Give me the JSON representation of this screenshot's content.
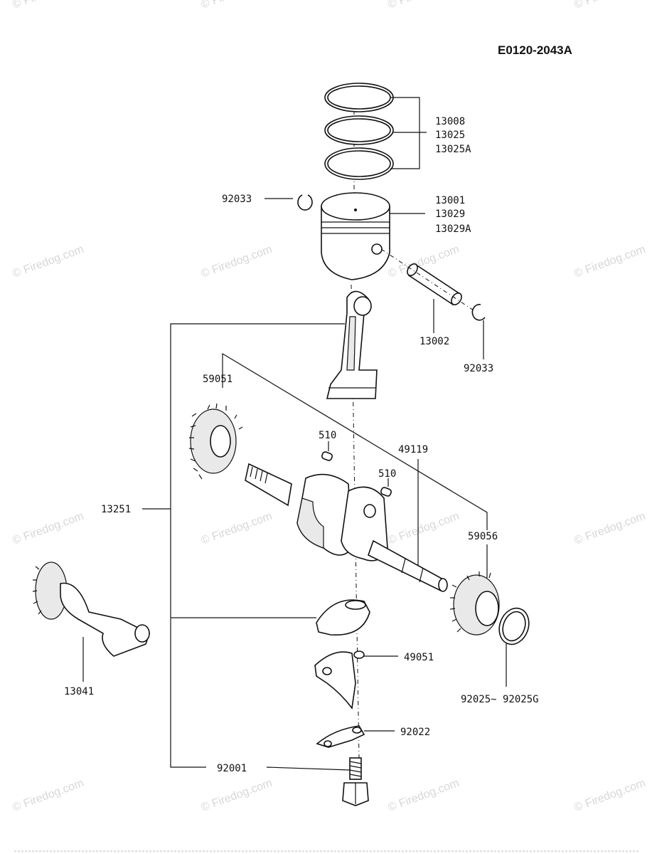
{
  "diagram_code": "E0120-2043A",
  "watermark_text": "© Firedog.com",
  "parts": {
    "rings": [
      "13008",
      "13025",
      "13025A"
    ],
    "piston": [
      "13001",
      "13029",
      "13029A"
    ],
    "clip_upper": "92033",
    "clip_lower": "92033",
    "piston_pin": "13002",
    "gear_left": "59051",
    "key_1": "510",
    "key_2": "510",
    "crankshaft": "49119",
    "conrod_assy": "13251",
    "gear_right": "59056",
    "balancer": "13041",
    "dipper": "49051",
    "washer": "92025∼ 92025G",
    "lock_plate": "92022",
    "bolt": "92001"
  }
}
